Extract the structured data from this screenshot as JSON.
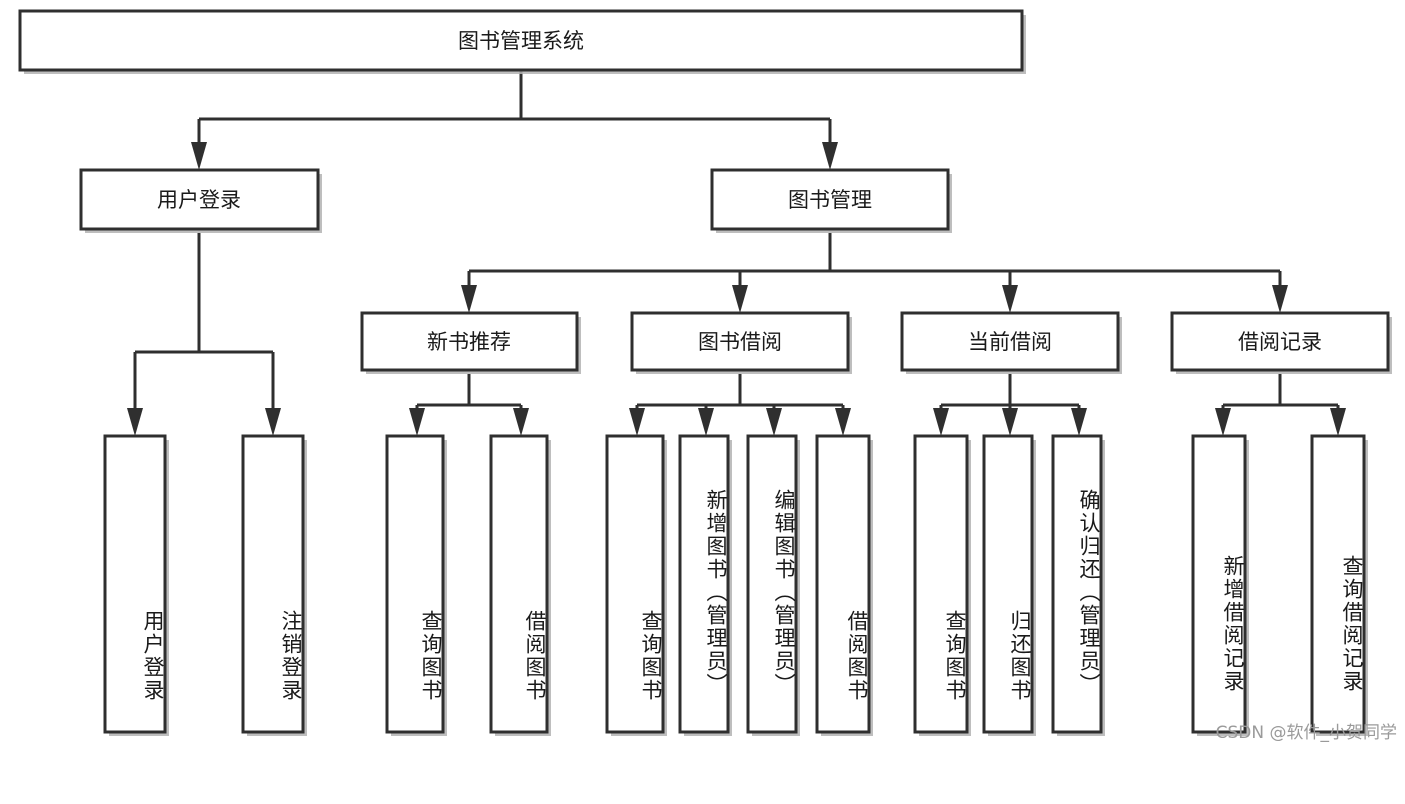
{
  "diagram": {
    "title": "图书管理系统",
    "type": "tree-hierarchy-diagram",
    "colors": {
      "box_stroke": "#2f2f2f",
      "box_fill": "#ffffff",
      "text": "#1a1a1a",
      "background": "#ffffff",
      "watermark": "#9a9a9a"
    },
    "root": {
      "label": "图书管理系统"
    },
    "level2": [
      {
        "id": "user-login",
        "label": "用户登录"
      },
      {
        "id": "book-management",
        "label": "图书管理"
      }
    ],
    "level3": [
      {
        "id": "new-book-recommend",
        "label": "新书推荐",
        "parent": "book-management"
      },
      {
        "id": "book-borrow",
        "label": "图书借阅",
        "parent": "book-management"
      },
      {
        "id": "current-borrow",
        "label": "当前借阅",
        "parent": "book-management"
      },
      {
        "id": "borrow-record",
        "label": "借阅记录",
        "parent": "book-management"
      }
    ],
    "leaves": [
      {
        "id": "leaf-user-login",
        "label": "用户登录",
        "parent": "user-login"
      },
      {
        "id": "leaf-logout-login",
        "label": "注销登录",
        "parent": "user-login"
      },
      {
        "id": "leaf-query-book-1",
        "label": "查询图书",
        "parent": "new-book-recommend"
      },
      {
        "id": "leaf-borrow-book-1",
        "label": "借阅图书",
        "parent": "new-book-recommend"
      },
      {
        "id": "leaf-query-book-2",
        "label": "查询图书",
        "parent": "book-borrow"
      },
      {
        "id": "leaf-add-book",
        "label": "新增图书（管理员）",
        "parent": "book-borrow"
      },
      {
        "id": "leaf-edit-book",
        "label": "编辑图书（管理员）",
        "parent": "book-borrow"
      },
      {
        "id": "leaf-borrow-book-2",
        "label": "借阅图书",
        "parent": "book-borrow"
      },
      {
        "id": "leaf-query-book-3",
        "label": "查询图书",
        "parent": "current-borrow"
      },
      {
        "id": "leaf-return-book",
        "label": "归还图书",
        "parent": "current-borrow"
      },
      {
        "id": "leaf-confirm-return",
        "label": "确认归还（管理员）",
        "parent": "current-borrow"
      },
      {
        "id": "leaf-add-record",
        "label": "新增借阅记录",
        "parent": "borrow-record"
      },
      {
        "id": "leaf-query-record",
        "label": "查询借阅记录",
        "parent": "borrow-record"
      }
    ],
    "watermark": "CSDN @软件_小贺同学"
  }
}
